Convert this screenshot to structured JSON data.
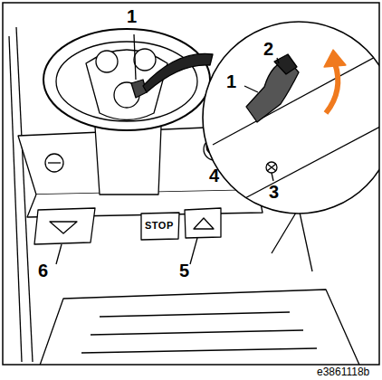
{
  "diagram": {
    "labels": [
      "1",
      "1",
      "2",
      "4",
      "3",
      "STOP",
      "6",
      "5",
      "e3861118b"
    ]
  }
}
